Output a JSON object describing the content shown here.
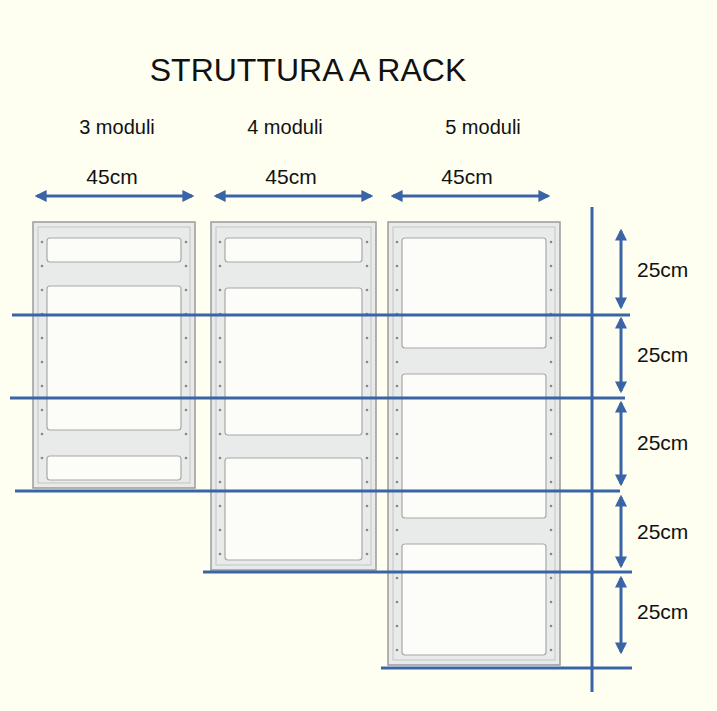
{
  "diagram": {
    "title": "STRUTTURA A RACK",
    "labels": [
      "3 moduli",
      "4 moduli",
      "5 moduli",
      "45cm",
      "45cm",
      "45cm",
      "25cm",
      "25cm",
      "25cm",
      "25cm",
      "25cm"
    ]
  }
}
